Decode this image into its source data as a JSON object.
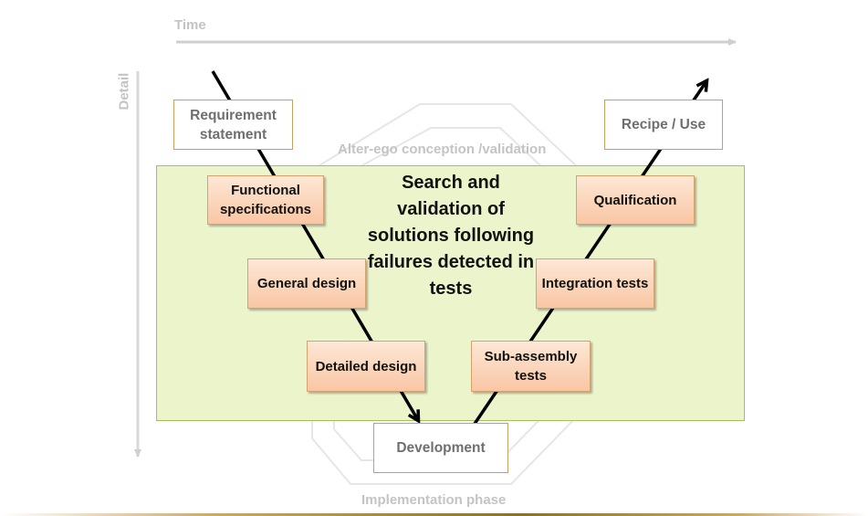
{
  "axes": {
    "time_label": "Time",
    "detail_label": "Detail"
  },
  "labels": {
    "alter_ego": "Alter-ego conception /validation",
    "implementation": "Implementation phase"
  },
  "center_text": "Search and validation of solutions following failures detected in tests",
  "boxes": {
    "requirement": "Requirement statement",
    "functional": "Functional specifications",
    "general": "General design",
    "detailed": "Detailed design",
    "development": "Development",
    "subassembly": "Sub-assembly tests",
    "integration": "Integration tests",
    "qualification": "Qualification",
    "recipe": "Recipe / Use"
  },
  "colors": {
    "panel_fill": "#ecf4cc",
    "panel_border": "#a6bf5a",
    "orange_box_top": "#fde8d6",
    "orange_box_bottom": "#f9c6a4",
    "axis_text": "#c4c4c4",
    "arrow": "#000000"
  }
}
